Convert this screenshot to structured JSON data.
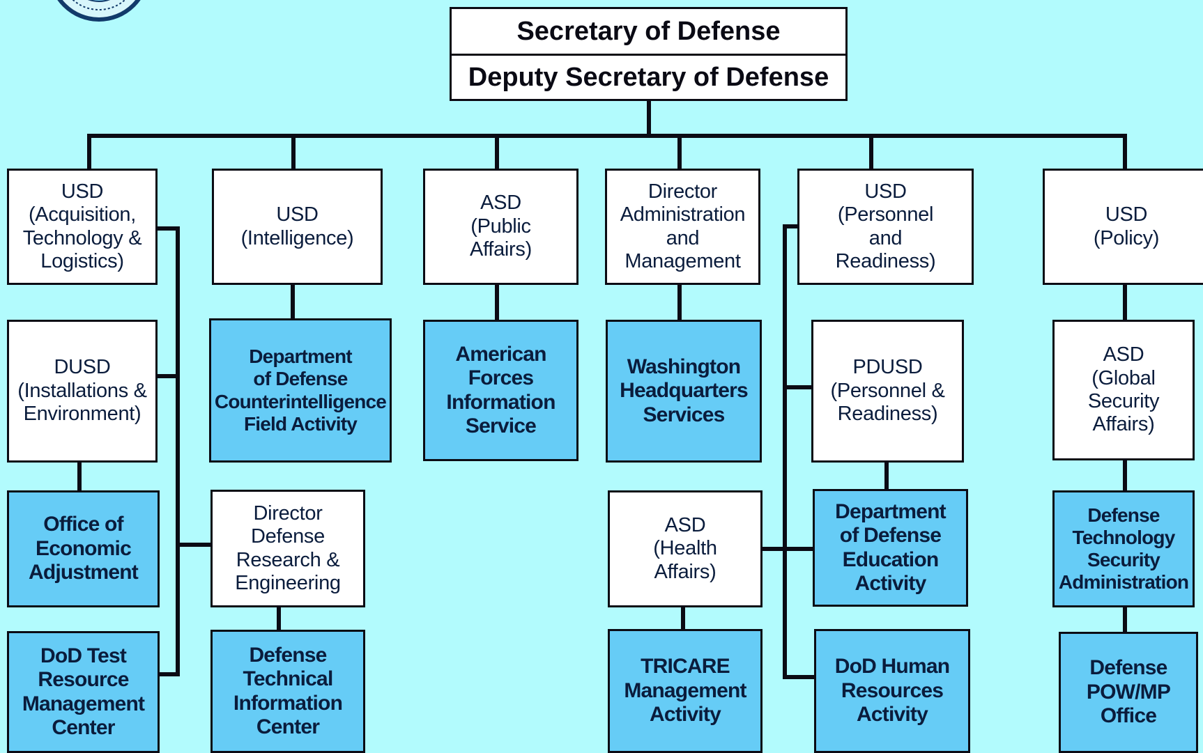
{
  "colors": {
    "background": "#b2fbfd",
    "white_box": "#ffffff",
    "blue_box": "#66ccf6",
    "line": "#0b0b14",
    "text": "#0a1c3c"
  },
  "seal": {
    "icon": "dod-seal-icon"
  },
  "top": {
    "secretary": "Secretary of Defense",
    "deputy": "Deputy Secretary of Defense"
  },
  "nodes": {
    "usd_atl": "USD\n(Acquisition,\nTechnology &\nLogistics)",
    "usd_intel": "USD\n(Intelligence)",
    "asd_pa": "ASD\n(Public\nAffairs)",
    "dir_am": "Director\nAdministration\nand\nManagement",
    "usd_pr": "USD\n(Personnel\nand\nReadiness)",
    "usd_policy": "USD\n(Policy)",
    "dusd_ie": "DUSD\n(Installations &\nEnvironment)",
    "dcfa": "Department\nof Defense\nCounterintelligence\nField Activity",
    "afis": "American\nForces\nInformation\nService",
    "whs": "Washington\nHeadquarters\nServices",
    "pdusd_pr": "PDUSD\n(Personnel &\nReadiness)",
    "asd_gsa": "ASD\n(Global\nSecurity\nAffairs)",
    "oea": "Office of\nEconomic\nAdjustment",
    "ddre": "Director\nDefense\nResearch &\nEngineering",
    "asd_ha": "ASD\n(Health\nAffairs)",
    "dodea": "Department\nof Defense\nEducation\nActivity",
    "dtsa": "Defense\nTechnology\nSecurity\nAdministration",
    "trmc": "DoD Test\nResource\nManagement\nCenter",
    "dtic": "Defense\nTechnical\nInformation\nCenter",
    "tma": "TRICARE\nManagement\nActivity",
    "hra": "DoD Human\nResources\nActivity",
    "dpmo": "Defense\nPOW/MP\nOffice"
  }
}
